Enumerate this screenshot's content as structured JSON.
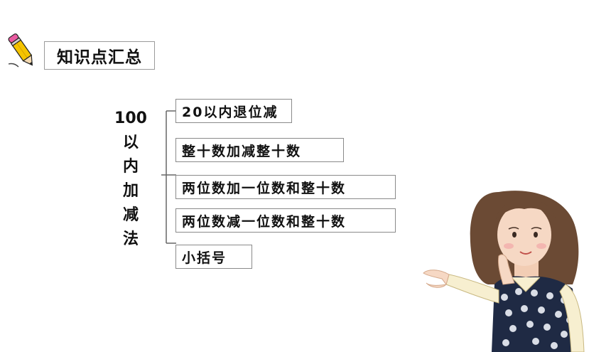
{
  "header": {
    "title": "知识点汇总"
  },
  "topic": {
    "number": "100",
    "chars": [
      "以",
      "内",
      "加",
      "减",
      "法"
    ]
  },
  "items": [
    {
      "label": "20以内退位减"
    },
    {
      "label": "整十数加减整十数"
    },
    {
      "label": "两位数加一位数和整十数"
    },
    {
      "label": "两位数减一位数和整十数"
    },
    {
      "label": "小括号"
    }
  ],
  "colors": {
    "box_border": "#8a8a8a",
    "pencil_body": "#f5c400",
    "pencil_tip": "#e85aa0",
    "dress": "#1f2a44",
    "hair": "#6b4a34"
  },
  "icons": {
    "header_icon": "pencil-icon"
  }
}
